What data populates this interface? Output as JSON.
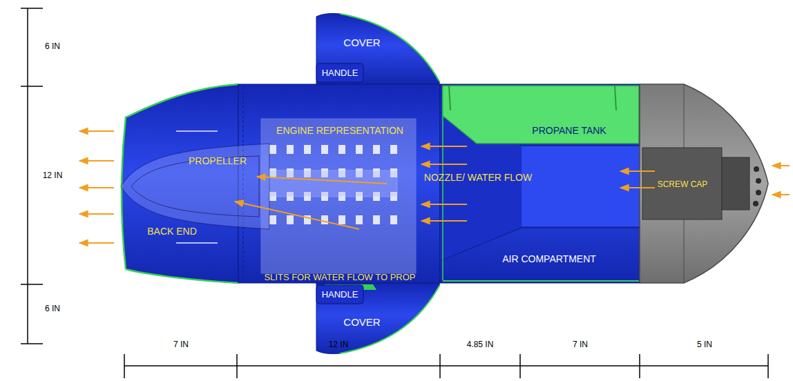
{
  "diagram": {
    "labels": [
      "6 IN",
      "COVER",
      "HANDLE",
      "ENGINE REPRESENTATION",
      "PROPANE TANK",
      "PROPELLER",
      "NOZZLE/ WATER FLOW",
      "SCREW CAP",
      "12 IN",
      "BACK END",
      "AIR COMPARTMENT",
      "SLITS FOR WATER FLOW TO PROP",
      "HANDLE",
      "6 IN",
      "COVER",
      "7 IN",
      "12 IN",
      "4.85 IN",
      "7 IN",
      "5 IN"
    ]
  }
}
